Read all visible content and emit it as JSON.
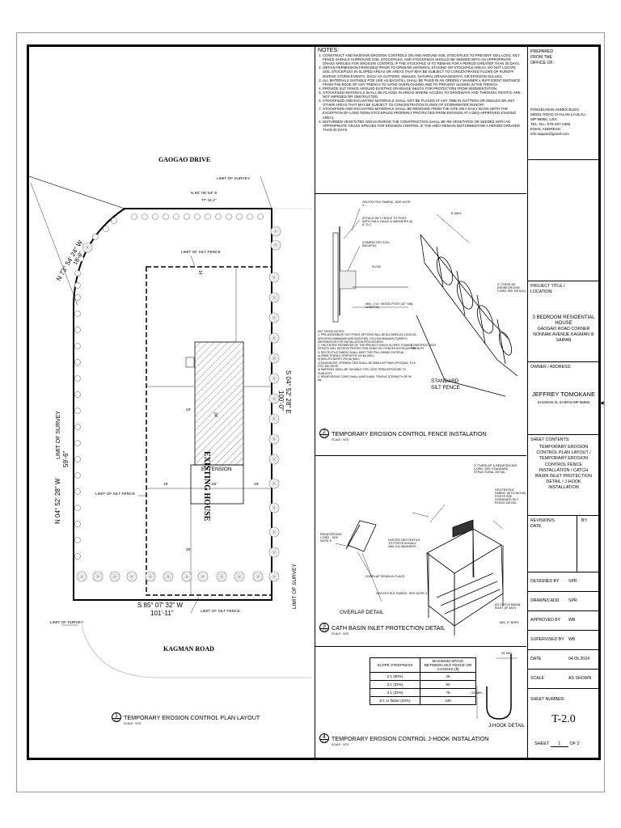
{
  "plan": {
    "road_north": "GAOGAO DRIVE",
    "road_south": "KAGMAN ROAD",
    "limit_of_survey": "LIMIT OF SURVEY",
    "limit_of_silt_fence": "LIMIT OF SILT FENCE",
    "bearing_north": "N 85° 06' 54\" E",
    "dist_north": "77'-11.2\"",
    "bearing_nw": "N 73° 54' 24\" W",
    "dist_nw": "18'-9\"",
    "bearing_west": "N 04° 52' 28\" W",
    "dist_west": "59'-6\"",
    "bearing_east": "S 04° 52' 28\" E",
    "dist_east": "100'-0\"",
    "bearing_south": "S 85° 07' 32\" W",
    "dist_south": "101'-11\"",
    "existing_house": "EXISTING HOUSE",
    "extension": "EXTENSION",
    "dims": {
      "d1": "14'",
      "d2": "10'",
      "d3": "25'",
      "d4": "16'",
      "d5": "25'",
      "d6": "24'",
      "d7": "10'"
    },
    "caption_num": "1",
    "caption_sheet": "T-2",
    "caption": "TEMPORARY EROSION CONTROL PLAN LAYOUT",
    "scale": "SCALE : NTS"
  },
  "notes": {
    "title": "NOTES:",
    "items": [
      "CONSTRUCT AND MAINTAIN EROSION CONTROLS ON AND AROUND SOIL STOCKPILES TO PREVENT SOIL LOSS. SILT FENCE SHOULD SURROUND SOIL STOCKPILES, AND STOCKPILES SHOULD BE SEEDED WITH AN APPROPRIATE GRASS SPECIES FOR EROSION CONTROL IF THE STOCKPILE IS TO REMAIN FOR A PERIOD GREATER THAN 30 DAYS.",
      "OBTAIN PERMISSION FROM DEQ PRIOR TO OPENING MATERIAL STAGING OR STOCKPILE AREAS. DO NOT LOCATE SOIL STOCKPILES IN SLOPED AREAS OR AREAS THAT MAY BE SUBJECT TO CONCENTRATED FLOWS OF RUNOFF DURING STORM EVENTS, SUCH AS GUTTERS, SWALES, NATURAL DRAINAGEWAYS, OR EROSION GULLIES.",
      "ALL MATERIALS SUITABLE FOR USE AS BACKFILL SHALL BE PILED IN AN ORDERLY MANNER A SUFFICIENT DISTANCE FROM THE EDGE OF ANY TRENCH TO AVOID OVERLOADING AND TO PREVENT SLIDING IN THE TRENCH.",
      "PROVIDE SILT FENCE AROUND EXISTING DRAINAGE INLETS FOR PROTECTION FROM SEDIMENTATION.",
      "STOCKPILED MATERIALS SHALL BE PLACED IN AREAS WHERE ACCESS TO DRIVEWAYS AND THROUGH TRAFFIC ARE NOT IMPEDED OR OBSTRUCTED.",
      "STOCKPILED AND EXCAVATED MATERIALS SHALL NOT BE PLACED AT ANY TIME IN GUTTERS OR SWALES OR ANY OTHER AREAS THAT MAY BE SUBJECT TO CONCENTRATION FLOWS OF STORMWATER RUNOFF.",
      "STOCKPILED AND EXCAVATED MATERIALS SHALL BE REMOVED FROM THE SITE ON A DAILY BASIS (WITH THE EXCEPTION OF LONG TERM STOCKPILES PROPERLY PROTECTED FROM EROSION AT A DEQ-APPROVED STAGING AREA).",
      "DISTURBED VEGETATED AREAS DURING THE CONSTRUCTION SHALL BE RE-VEGETATED OR SEEDED WITH AN APPROPRIATE GRASS SPECIES FOR EROSION CONTROL IF THE AREA REMAIN DISTURBED FOR A PERIOD GREATER THAN 30 DAYS."
    ]
  },
  "detail2": {
    "labels": {
      "geotextile": "GEOTEXTILE FABRIC, SEE NOTE 4.",
      "attach": "ATTACH SILT FENCE TO POST WITH GALV. NAILS & WASHERS @ 6\" O.C.",
      "compacted": "COMPACTED SOIL BACKFILL",
      "flow": "FLOW",
      "post": "MIN. 1\"x1\" WOOD POST (42\" MIN. LENGTH)",
      "spacing": "6' MAX.",
      "overlap": "2\" OVERLAP (REINFORCING CORD SEE DETAIL)",
      "construction": "CONSTRUCTION TRENCH",
      "standard": "STANDARD SILT FENCE",
      "notes_title": "SILT FENCE NOTES:",
      "note1": "1. PRE-ASSEMBLED SILT FENCE OPTIONS WILL BE ALLOWED AS LONG AS SPECIFIED MINIMUMS ARE SATISFIED. FOLLOW MANUFACTURER'S INFORMATION FOR INSTALLATION PROCEDURES",
      "note2": "2. THE ENTIRE PERIMETER OF THE PROJECT WHICH SLOPES TOWARD OFFSITE WILL RECEIVE PROTECTION USING SILT FENCES AS REQUIRED",
      "note3": "3. GEOTEXTILE FABRIC SHALL MEET THE FOLLOWING CRITERIA:",
      "note3a": "a) GRAB TENSILE STRENGTH 100 lbs (Min.)",
      "note3b": "b) MULLEN BURST 200 psi (Min.)",
      "note3c": "c) EQUIVALENT OPENING SIZE SHALL BE SMALLER THAN OR EQUAL TO A STD. #30 SIEVE",
      "note3d": "d) MATERIAL SHALL BE SUITABLE FOR LONG TERM EXPOSURE TO SUNLIGHT",
      "note4": "4. REINFORCING CORD SHALL HAVE A MIN. TENSILE STRENGTH OF 90 lbs."
    },
    "caption_num": "2",
    "caption_sheet": "T-2",
    "caption": "TEMPORARY EROSION CONTROL FENCE INSTALATION",
    "scale": "SCALE : NTS"
  },
  "detail3": {
    "labels": {
      "overlap": "2\" OVERLAP & REINFORCING CORD. SEE STANDARD STRUCTURAL DETAIL",
      "fabric": "GEOTEXTILE FABRIC WITH WOOD POSTS SEE STANDARD SILT FENCE DETAIL",
      "reinforcing": "REINFORCING CORD - SEE NOTE 5",
      "fasten": "FASTEN GEOTEXTILE TO POSTS W/GALV. NAILS & WASHERS",
      "overlap_seam": "OVERLAP SEWN IN PLACE",
      "geo_fabric": "GEOTEXTILE FABRIC, SEE NOTE 4",
      "overlap_detail": "OVERLAP DETAIL",
      "catch": "(E) CATCH BASIN INLET (IF ANY)",
      "bury": "MIN. 6\" BURY"
    },
    "caption_num": "3",
    "caption_sheet": "T-2",
    "caption": "CATH BASIN INLET PROTECTION DETAIL",
    "scale": "SCALE : NTS"
  },
  "detail4": {
    "table_headers": [
      "SLOPE STEEPNESS",
      "MAXIMUM SPACE BETWEEN SILT FENCE OR J-HOOKS (ft)"
    ],
    "table_rows": [
      [
        "2:1 (50%)",
        "25"
      ],
      [
        "3:1 (33%)",
        "50"
      ],
      [
        "4:1 (25%)",
        "75"
      ],
      [
        "5:1 or flatter (20%)",
        "100"
      ]
    ],
    "jhook_label": "J-HOOK DETAIL",
    "jhook_dim": "20' MIN.",
    "jhook_dim2": "20' MIN.",
    "caption_num": "4",
    "caption_sheet": "T-2",
    "caption": "TEMPORARY EROSION CONTROL J-HOOK INSTALATION",
    "scale": "SCALE : NTS"
  },
  "title_block": {
    "prepared_label": "PREPARED FROM THE OFFICE OF:",
    "office_name": "PANGELINAN ANNEX BLDG.",
    "office_addr1": "MIDDL ROAD CHALAN LAULAU,",
    "office_addr2": "MP 96950, USA",
    "office_tel": "TEL. No.: 670-287-2360",
    "email_label": "EMAIL ADDRESS:",
    "email": "info.saipan@gmail.com",
    "project_label": "PROJECT TITLE / LOCATION:",
    "project_title": "3 BEDROOM RESIDENTIAL HOUSE",
    "project_loc1": "GAOGAO ROAD CORNER",
    "project_loc2": "NONNAK AVENUE KAGMAN III",
    "project_loc3": "SAIPAN",
    "owner_label": "OWNER / ADDRESS:",
    "owner_name": "JEFFREY TOMOKANE",
    "owner_addr": "KAGMAN III, SAIPAN MP 96950",
    "contents_label": "SHEET CONTENTS:",
    "contents": "TEMPORARY EROSION CONTROL PLAN LAYOUT / TEMPORARY EROSION CONTROL FENCE INSTALLATION / CATCH BASIN INLET PROTECTION DETAIL / J-HOOK INSTALLATION",
    "revision_label": "REVISION/S DATE",
    "by_label": "BY",
    "designed_label": "DESIGNED BY",
    "designed_val": "SPR",
    "drawn_label": "DRAWN/CADD",
    "drawn_val": "SPR",
    "approved_label": "APPROVED BY",
    "approved_val": "WB",
    "supervised_label": "SUPERVISED BY",
    "supervised_val": "WB",
    "date_label": "DATE",
    "date_val": "04.05.2024",
    "scale_label": "SCALE",
    "scale_val": "AS SHOWN",
    "sheet_number_label": "SHEET NUMBER:",
    "sheet_number": "T-2.0",
    "sheet_label": "SHEET",
    "sheet_of": "OF",
    "sheet_current": "1",
    "sheet_total": "2"
  }
}
